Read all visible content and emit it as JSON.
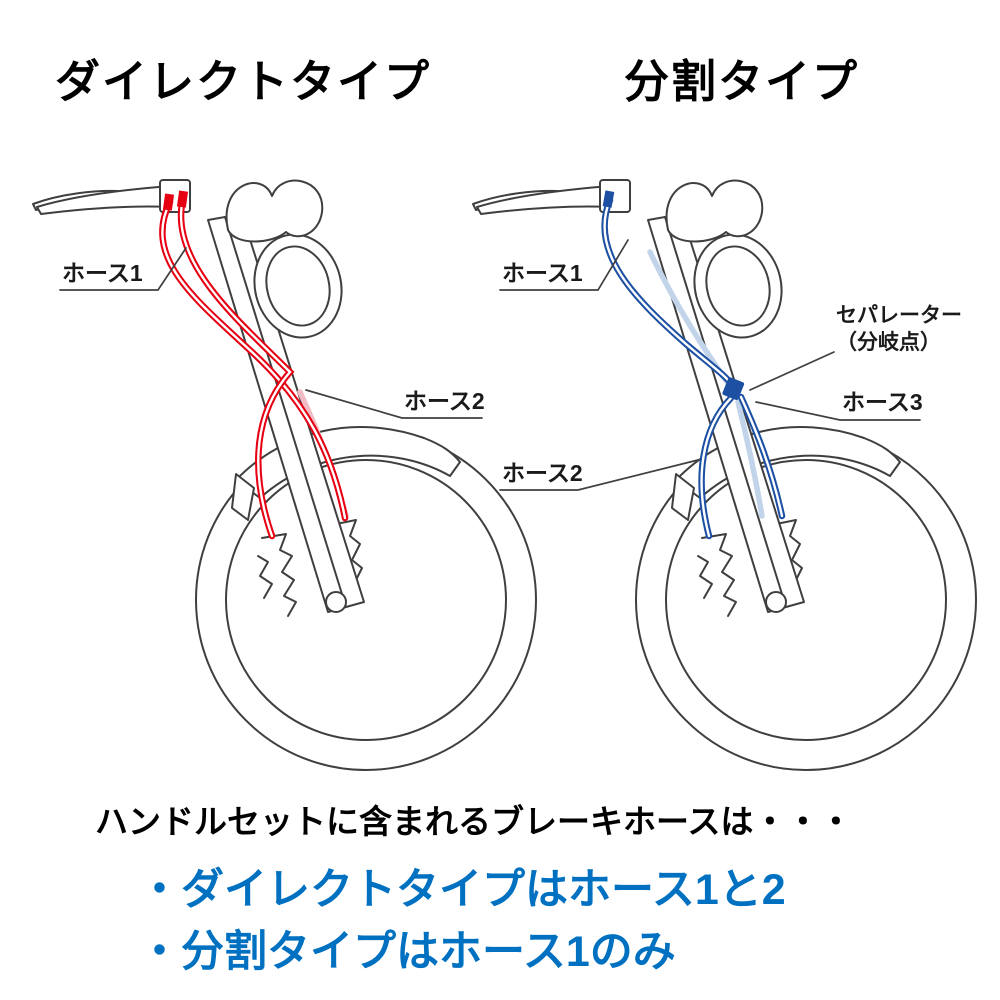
{
  "headings": {
    "direct": "ダイレクトタイプ",
    "split": "分割タイプ"
  },
  "labels": {
    "direct": {
      "hose1": "ホース1",
      "hose2": "ホース2"
    },
    "split": {
      "hose1": "ホース1",
      "separator_line1": "セパレーター",
      "separator_line2": "（分岐点）",
      "hose3": "ホース3",
      "hose2": "ホース2"
    }
  },
  "footer": {
    "intro": "ハンドルセットに含まれるブレーキホースは・・・",
    "bullet1": "・ダイレクトタイプはホース1と2",
    "bullet2": "・分割タイプはホース1のみ"
  },
  "colors": {
    "direct_hose": "#e60012",
    "split_hose": "#1d50a2",
    "split_hose_pale": "#c2d4ea",
    "direct_hose_pale": "#f3bcc4",
    "outline": "#3f3f3f",
    "label_text": "#1a1a1a",
    "bullet_text": "#0070c0",
    "heading_text": "#000000",
    "page_bg": "#ffffff"
  }
}
